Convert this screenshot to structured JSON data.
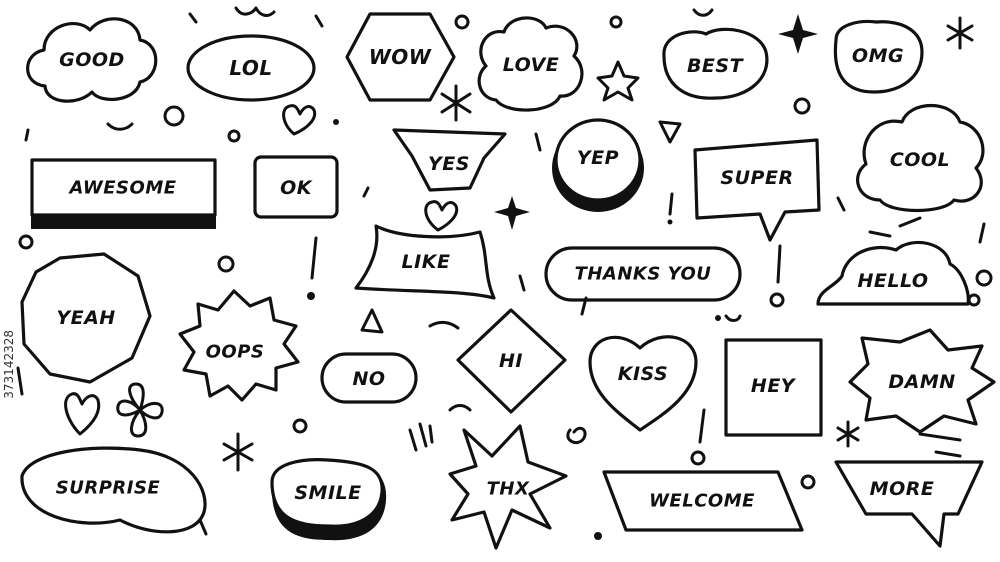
{
  "bubbles": {
    "good": "GOOD",
    "lol": "LOL",
    "wow": "WOW",
    "love": "LOVE",
    "best": "BEST",
    "omg": "OMG",
    "awesome": "AWESOME",
    "ok": "OK",
    "yes": "YES",
    "yep": "YEP",
    "super": "SUPER",
    "cool": "COOL",
    "like": "LIKE",
    "thanks_you": "THANKS YOU",
    "hello": "HELLO",
    "yeah": "YEAH",
    "oops": "OOPS",
    "no": "NO",
    "hi": "HI",
    "kiss": "KISS",
    "hey": "HEY",
    "damn": "DAMN",
    "surprise": "SURPRISE",
    "smile": "SMILE",
    "thx": "THX",
    "welcome": "WELCOME",
    "more": "MORE"
  },
  "stock_id": "373142328",
  "colors": {
    "ink": "#111111",
    "background": "#ffffff"
  }
}
